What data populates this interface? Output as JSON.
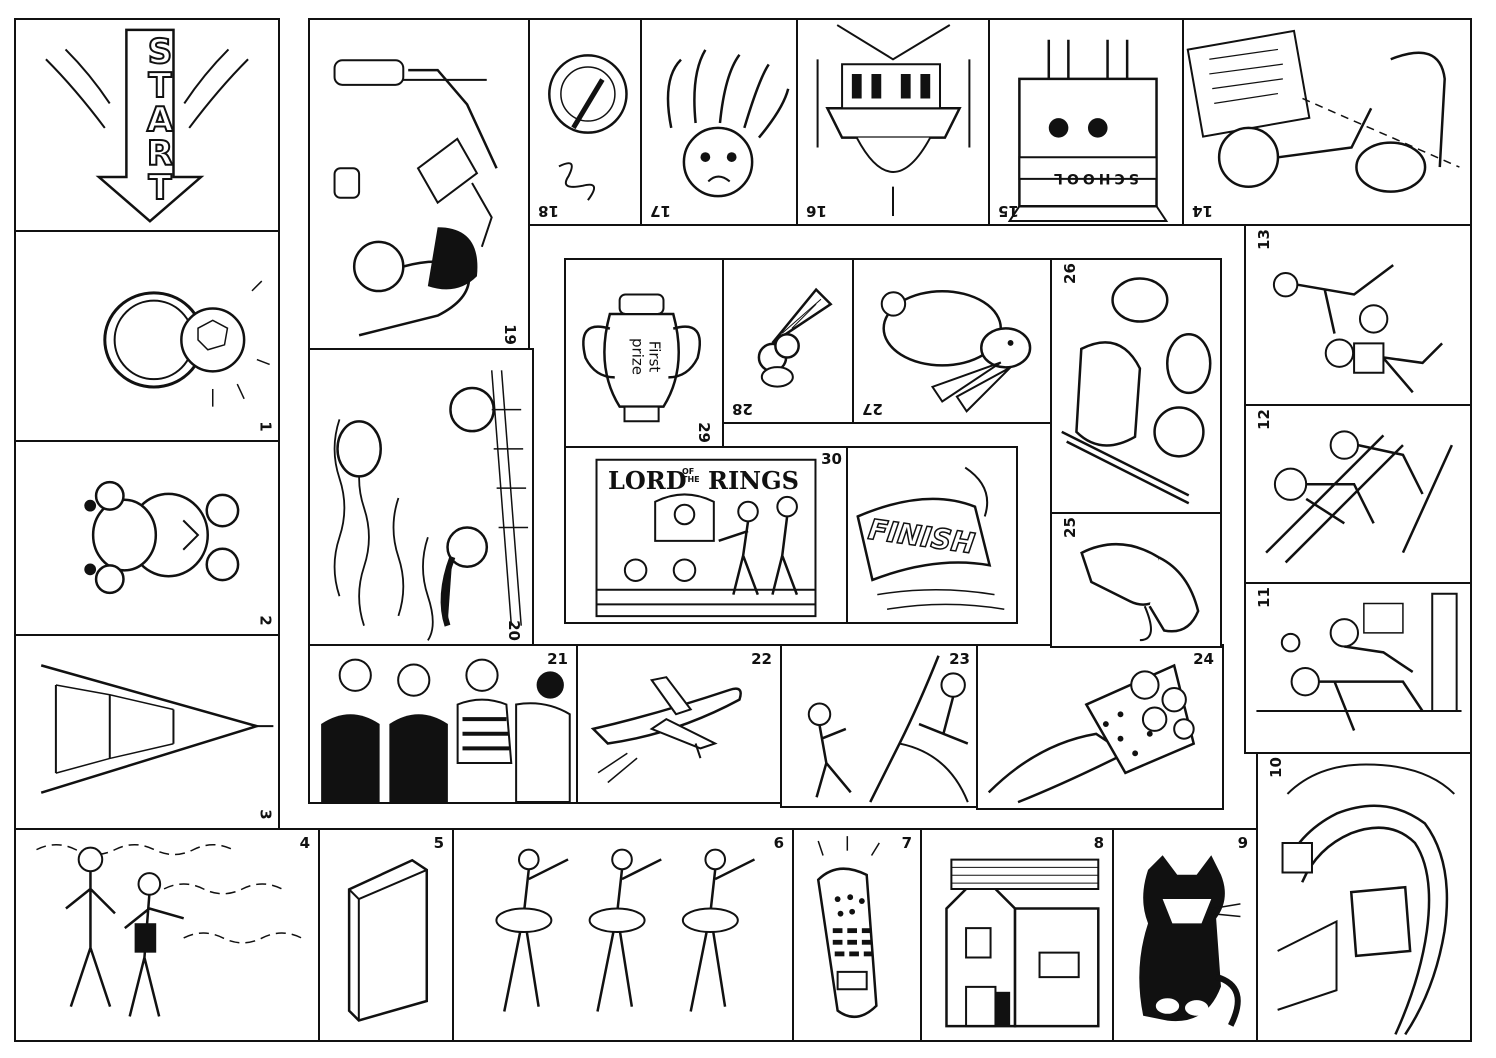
{
  "start_label": "START",
  "finish_label": "FINISH",
  "school_sign": "SCHOOL",
  "prize_label": "First prize",
  "movie_title_lord": "LORD",
  "movie_title_of_the": "OF THE",
  "movie_title_rings": "RINGS",
  "squares": [
    {
      "n": "1"
    },
    {
      "n": "2"
    },
    {
      "n": "3"
    },
    {
      "n": "4"
    },
    {
      "n": "5"
    },
    {
      "n": "6"
    },
    {
      "n": "7"
    },
    {
      "n": "8"
    },
    {
      "n": "9"
    },
    {
      "n": "10"
    },
    {
      "n": "11"
    },
    {
      "n": "12"
    },
    {
      "n": "13"
    },
    {
      "n": "14"
    },
    {
      "n": "15"
    },
    {
      "n": "16"
    },
    {
      "n": "17"
    },
    {
      "n": "18"
    },
    {
      "n": "19"
    },
    {
      "n": "20"
    },
    {
      "n": "21"
    },
    {
      "n": "22"
    },
    {
      "n": "23"
    },
    {
      "n": "24"
    },
    {
      "n": "25"
    },
    {
      "n": "26"
    },
    {
      "n": "27"
    },
    {
      "n": "28"
    },
    {
      "n": "29"
    },
    {
      "n": "30"
    }
  ],
  "colors": {
    "ink": "#111111",
    "paper": "#ffffff"
  },
  "icons": [
    "arrow-down-icon",
    "ring-icon",
    "teddy-bear-icon",
    "eiffel-tower-icon",
    "book-icon",
    "phone-icon",
    "house-icon",
    "cat-icon",
    "airplane-icon",
    "flowers-icon",
    "trophy-icon",
    "ice-cream-icon",
    "rabbit-icon",
    "food-icon"
  ]
}
